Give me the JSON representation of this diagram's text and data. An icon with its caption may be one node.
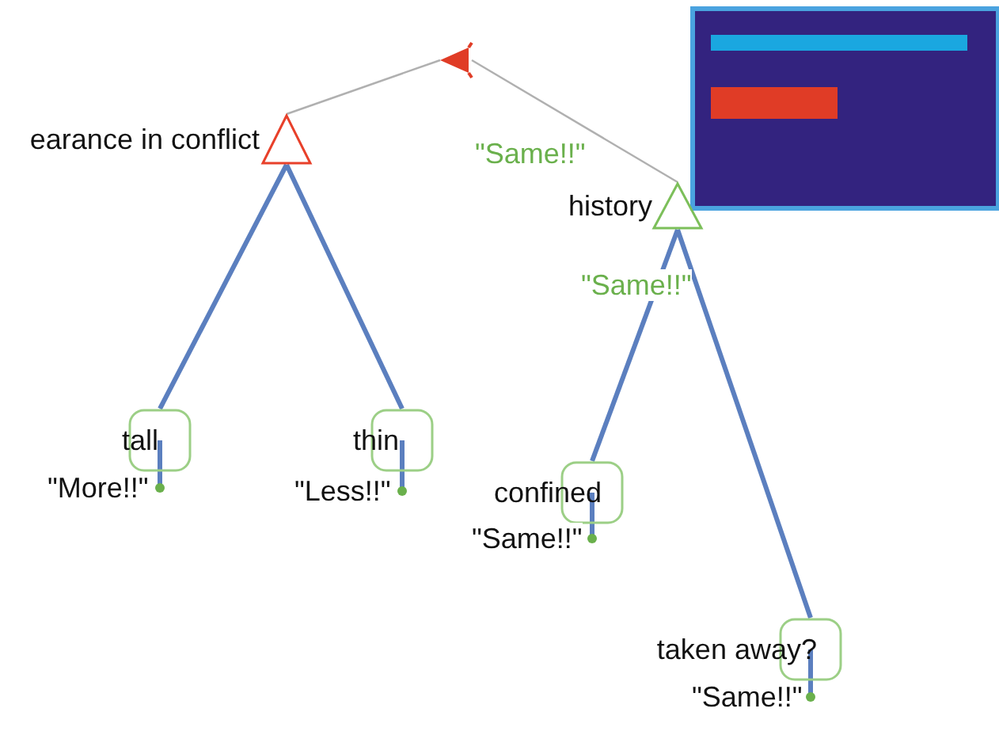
{
  "diagram": {
    "nodes": [
      {
        "text": [],
        "shape": "triangle"
      },
      {
        "text": [
          "earance in conflict"
        ]
      },
      {
        "text": [
          "history"
        ]
      },
      {
        "text": [
          "tall"
        ],
        "beside": [
          "\"More!!\""
        ]
      },
      {
        "text": [
          "thin"
        ],
        "beside": [
          "\"Less!!\""
        ]
      },
      {
        "text": [
          "confined"
        ],
        "beside": [
          "\"Same!!\""
        ]
      },
      {
        "text": [
          "taken away?"
        ],
        "beside": [
          "\"Same!!\""
        ]
      }
    ],
    "edges": [
      {
        "from": 0,
        "to": 1,
        "arrow": "none",
        "color": "#b0b0b0"
      },
      {
        "from": 0,
        "to": 2,
        "arrow": "none",
        "label": "\"Same!!\"",
        "color": "#b0b0b0"
      },
      {
        "from": 1,
        "to": 3,
        "arrow": "none"
      },
      {
        "from": 1,
        "to": 4,
        "arrow": "none"
      },
      {
        "from": 2,
        "to": 5,
        "arrow": "none"
      },
      {
        "from": 2,
        "to": 6,
        "arrow": "none",
        "label": "\"Same!!\""
      }
    ]
  }
}
